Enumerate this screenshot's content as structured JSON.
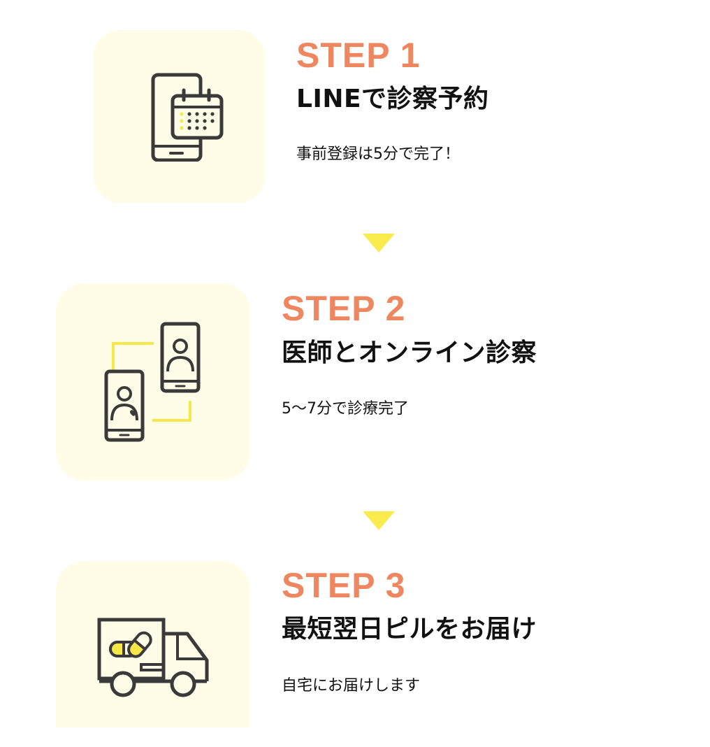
{
  "colors": {
    "step_label": "#ee8760",
    "tile_bg": "#fffde8",
    "arrow": "#faeb4c",
    "icon_stroke": "#3a3a3a",
    "icon_accent": "#f7e84a",
    "text": "#111111"
  },
  "steps": [
    {
      "label": "STEP 1",
      "title": "LINEで診察予約",
      "description": "事前登録は5分で完了！",
      "icon": "phone-calendar-icon"
    },
    {
      "label": "STEP 2",
      "title": "医師とオンライン診察",
      "description": "5〜7分で診療完了",
      "icon": "video-call-phones-icon"
    },
    {
      "label": "STEP 3",
      "title": "最短翌日ピルをお届け",
      "description": "自宅にお届けします",
      "icon": "delivery-truck-pill-icon"
    }
  ]
}
